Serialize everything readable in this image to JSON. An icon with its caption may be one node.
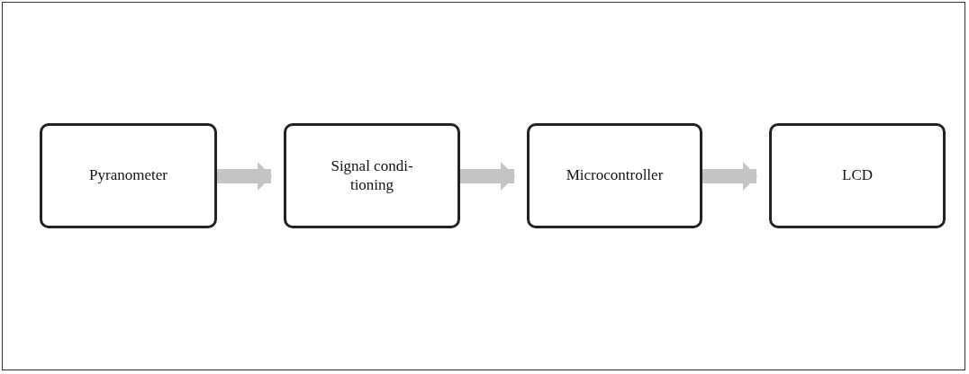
{
  "diagram": {
    "nodes": [
      {
        "text": [
          "Pyranometer"
        ]
      },
      {
        "text": [
          "Signal condi- tioning"
        ]
      },
      {
        "text": [
          "Microcontroller"
        ]
      },
      {
        "text": [
          "LCD"
        ]
      }
    ],
    "edges": [
      {
        "from": 0,
        "to": 1,
        "arrow": "to"
      },
      {
        "from": 1,
        "to": 2,
        "arrow": "to"
      },
      {
        "from": 2,
        "to": 3,
        "arrow": "to"
      }
    ]
  }
}
